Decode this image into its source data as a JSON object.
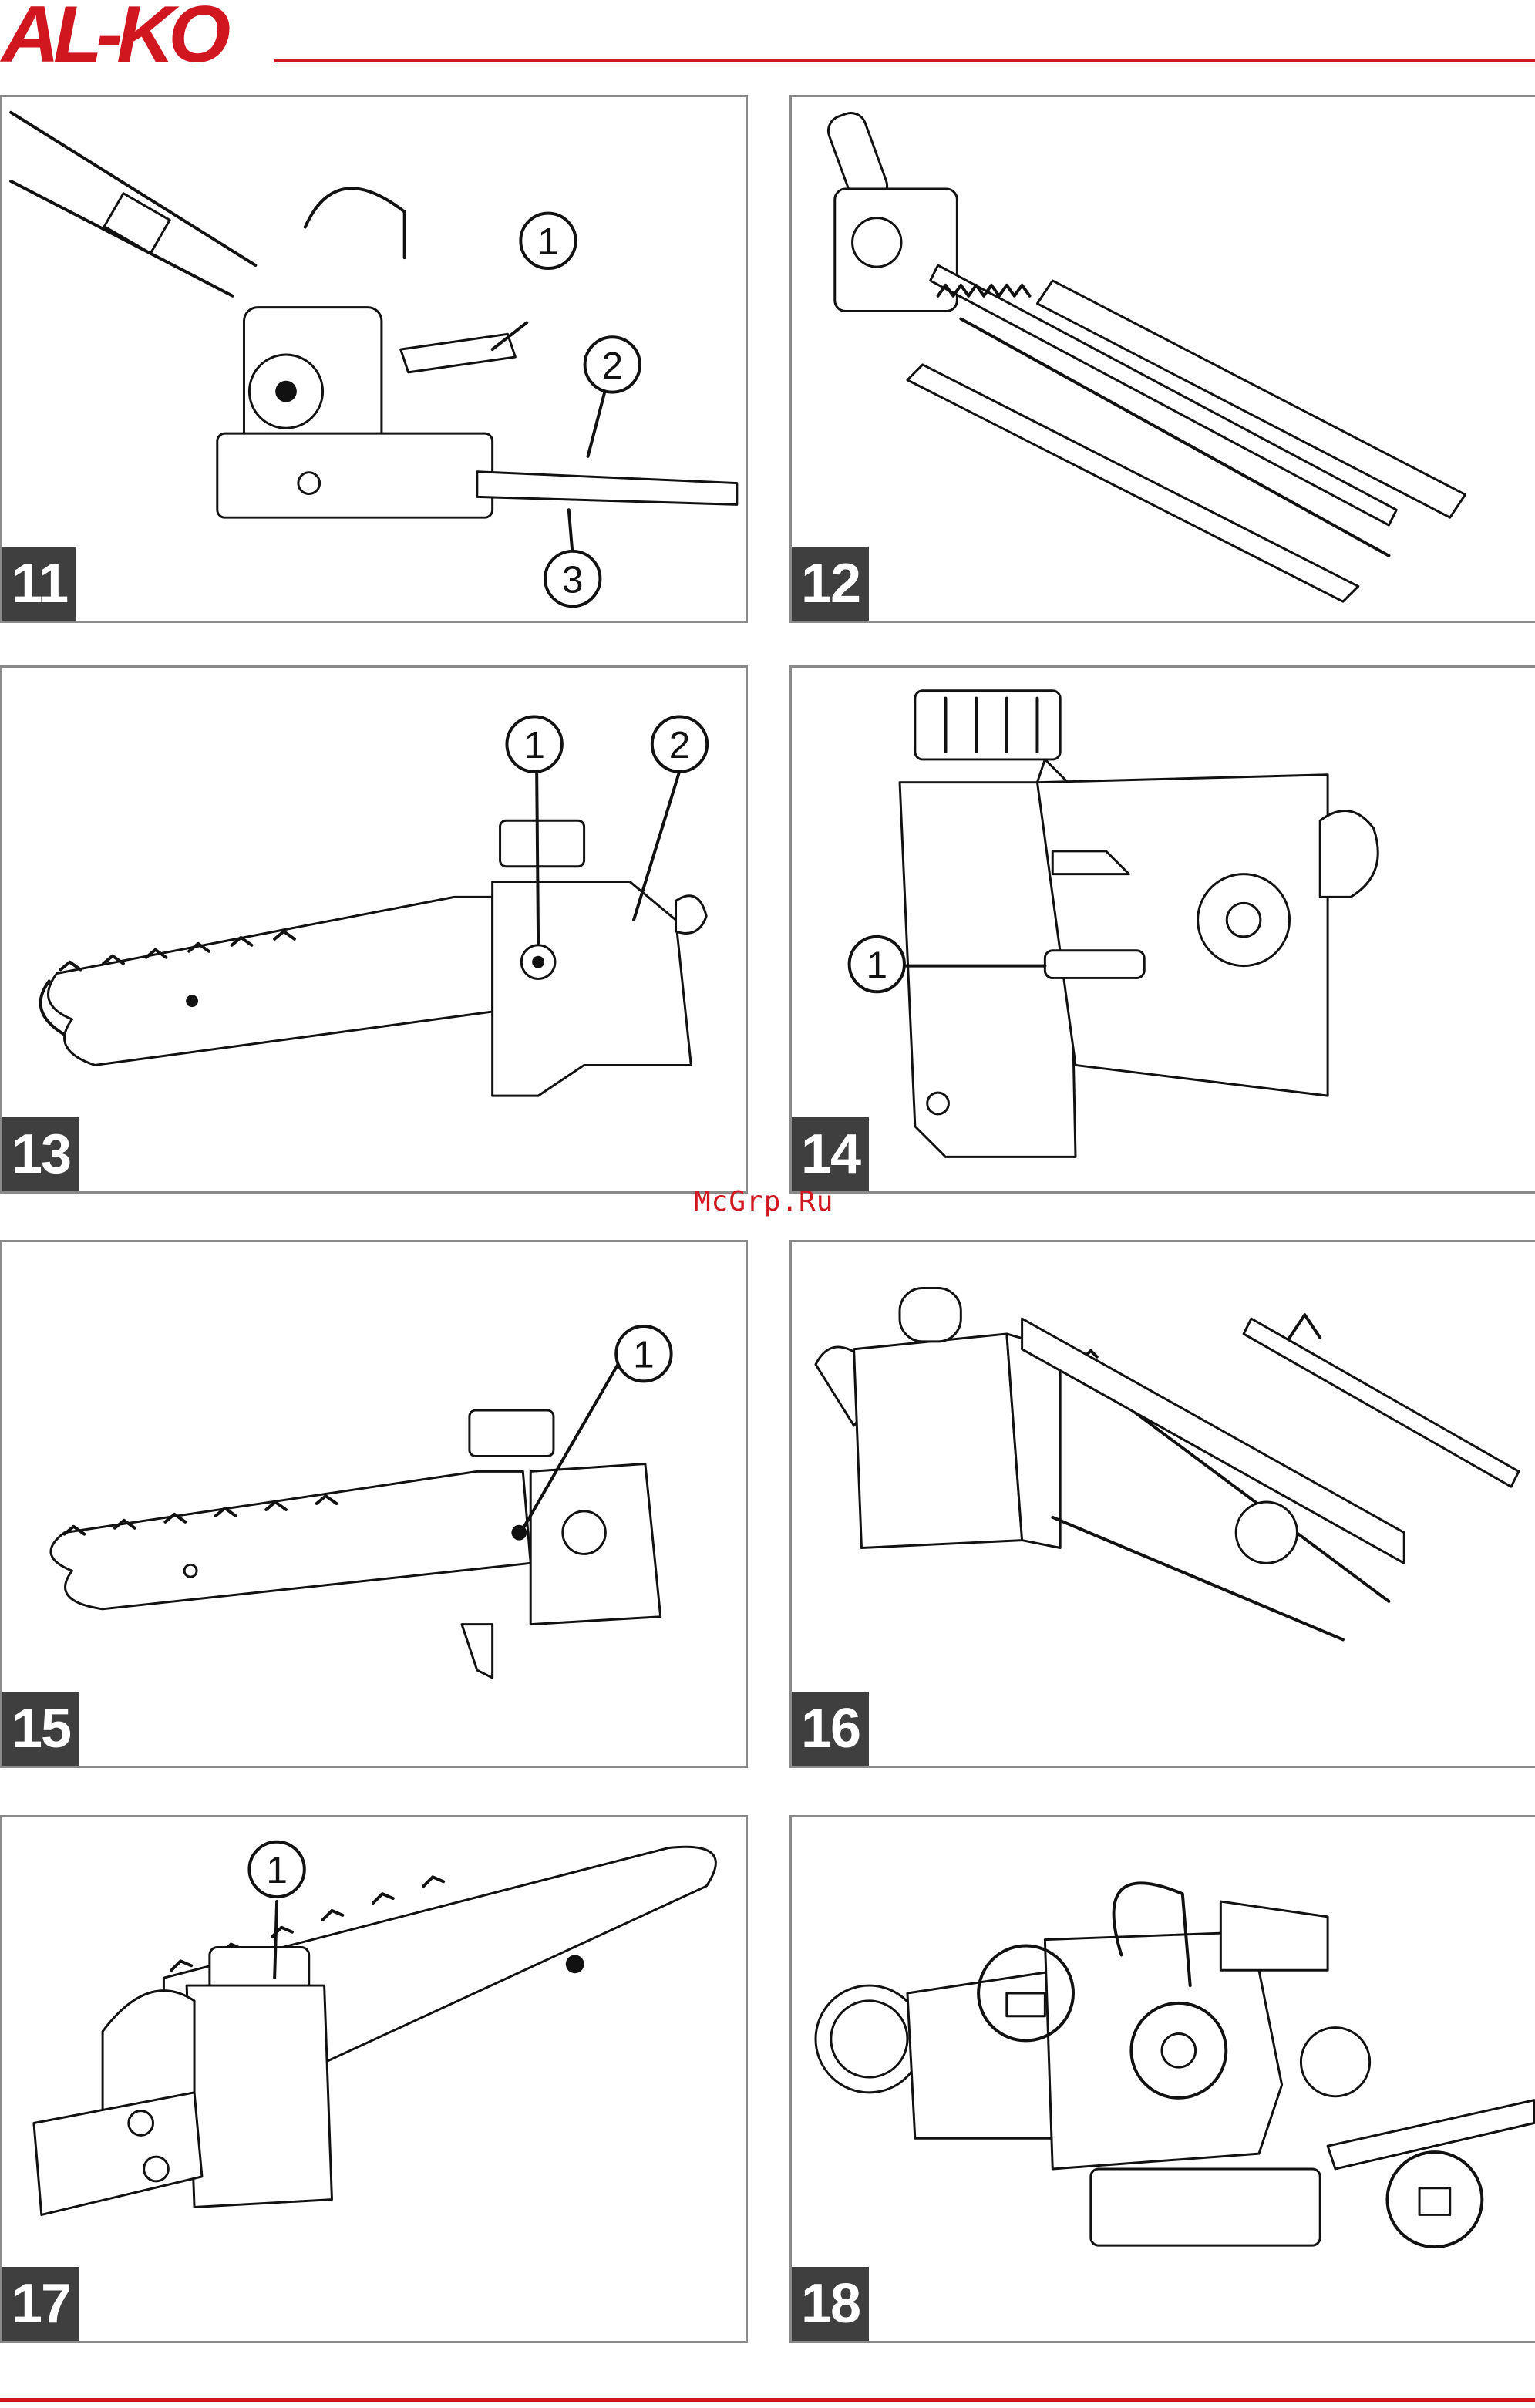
{
  "header": {
    "logo": "AL-KO"
  },
  "watermark": "McGrp.Ru",
  "figures": [
    {
      "number": "11",
      "callouts": [
        "1",
        "2",
        "3"
      ]
    },
    {
      "number": "12",
      "callouts": []
    },
    {
      "number": "13",
      "callouts": [
        "1",
        "2"
      ]
    },
    {
      "number": "14",
      "callouts": [
        "1"
      ]
    },
    {
      "number": "15",
      "callouts": [
        "1"
      ]
    },
    {
      "number": "16",
      "callouts": []
    },
    {
      "number": "17",
      "callouts": [
        "1"
      ]
    },
    {
      "number": "18",
      "callouts": []
    }
  ],
  "colors": {
    "brand_red": "#d0161e",
    "label_bg": "#3f3f3f",
    "frame": "#8a8a8a"
  }
}
